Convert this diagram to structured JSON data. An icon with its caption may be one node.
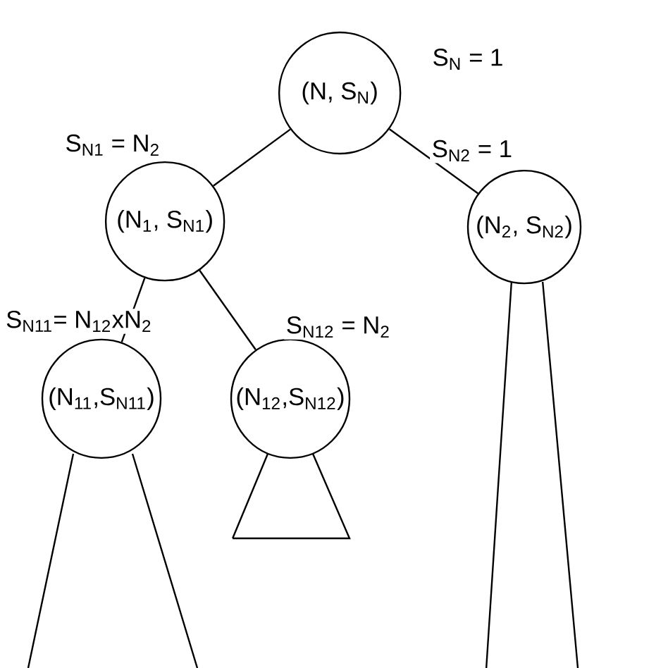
{
  "diagram": {
    "nodes": [
      {
        "text": [
          "(N, S$_{N}$)"
        ],
        "beside": [
          "S$_{N}$ = 1"
        ]
      },
      {
        "text": [
          "(N$_{1}$, S$_{N1}$)"
        ],
        "beside": [
          "S$_{N1}$ = N$_{2}$"
        ]
      },
      {
        "text": [
          "(N$_{2}$, S$_{N2}$)"
        ],
        "beside": [
          "S$_{N2}$ = 1"
        ]
      },
      {
        "text": [
          "(N$_{11}$,S$_{N11}$)"
        ],
        "beside": [
          "S$_{N11}$= N$_{12}$xN$_{2}$"
        ]
      },
      {
        "text": [
          "(N$_{12}$,S$_{N12}$)"
        ],
        "beside": [
          "S$_{N12}$ = N$_{2}$"
        ]
      }
    ],
    "edges": [
      {
        "from": 0,
        "to": 1,
        "arrow": "none"
      },
      {
        "from": 0,
        "to": 2,
        "arrow": "none"
      },
      {
        "from": 1,
        "to": 3,
        "arrow": "none"
      },
      {
        "from": 1,
        "to": 4,
        "arrow": "none"
      }
    ]
  }
}
